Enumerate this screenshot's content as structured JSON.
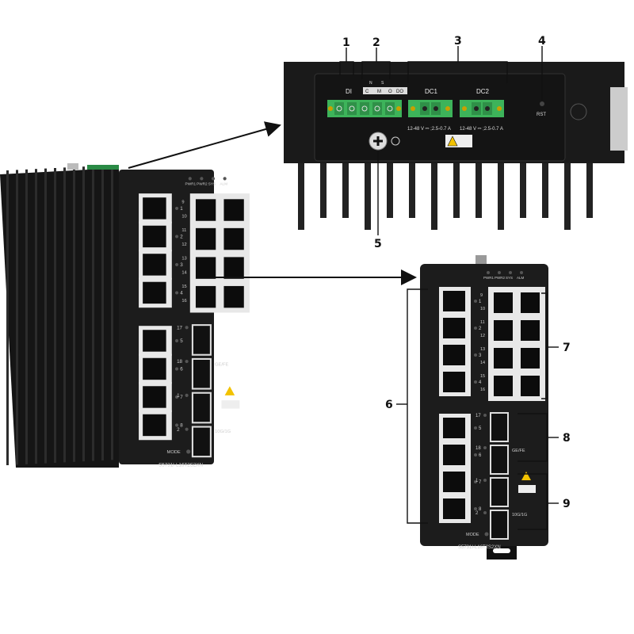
{
  "callouts": [
    "1",
    "2",
    "3",
    "4",
    "5",
    "6",
    "7",
    "8",
    "9"
  ],
  "top_panel": {
    "di_label": "DI",
    "do_labels": [
      "C",
      "M",
      "O",
      "DO"
    ],
    "do_upper": [
      "N",
      "S"
    ],
    "dc1_label": "DC1",
    "dc2_label": "DC2",
    "rating1": "12-48 V ⎓ ;2.5-0.7 A",
    "rating2": "12-48 V ⎓ ;2.5-0.7 A",
    "rst_label": "RST"
  },
  "front_panel": {
    "leds": [
      "PWR1",
      "PWR2",
      "SYS",
      "ALM"
    ],
    "rj45_left": [
      "1",
      "2",
      "3",
      "4",
      "5",
      "6",
      "7",
      "8"
    ],
    "rj45_right": [
      "9",
      "10",
      "11",
      "12",
      "13",
      "14",
      "15",
      "16"
    ],
    "sfp_ge": [
      "17",
      "18"
    ],
    "sfp_10g": [
      "1",
      "2"
    ],
    "ge_label": "GE/FE",
    "tenG_label": "10G/1G",
    "mode_label": "MODE",
    "model": "S5731I-L16T2S2XN"
  },
  "colors": {
    "body": "#1c1c1c",
    "terminal": "#3db35a",
    "port_frame": "#e8e8e8"
  }
}
